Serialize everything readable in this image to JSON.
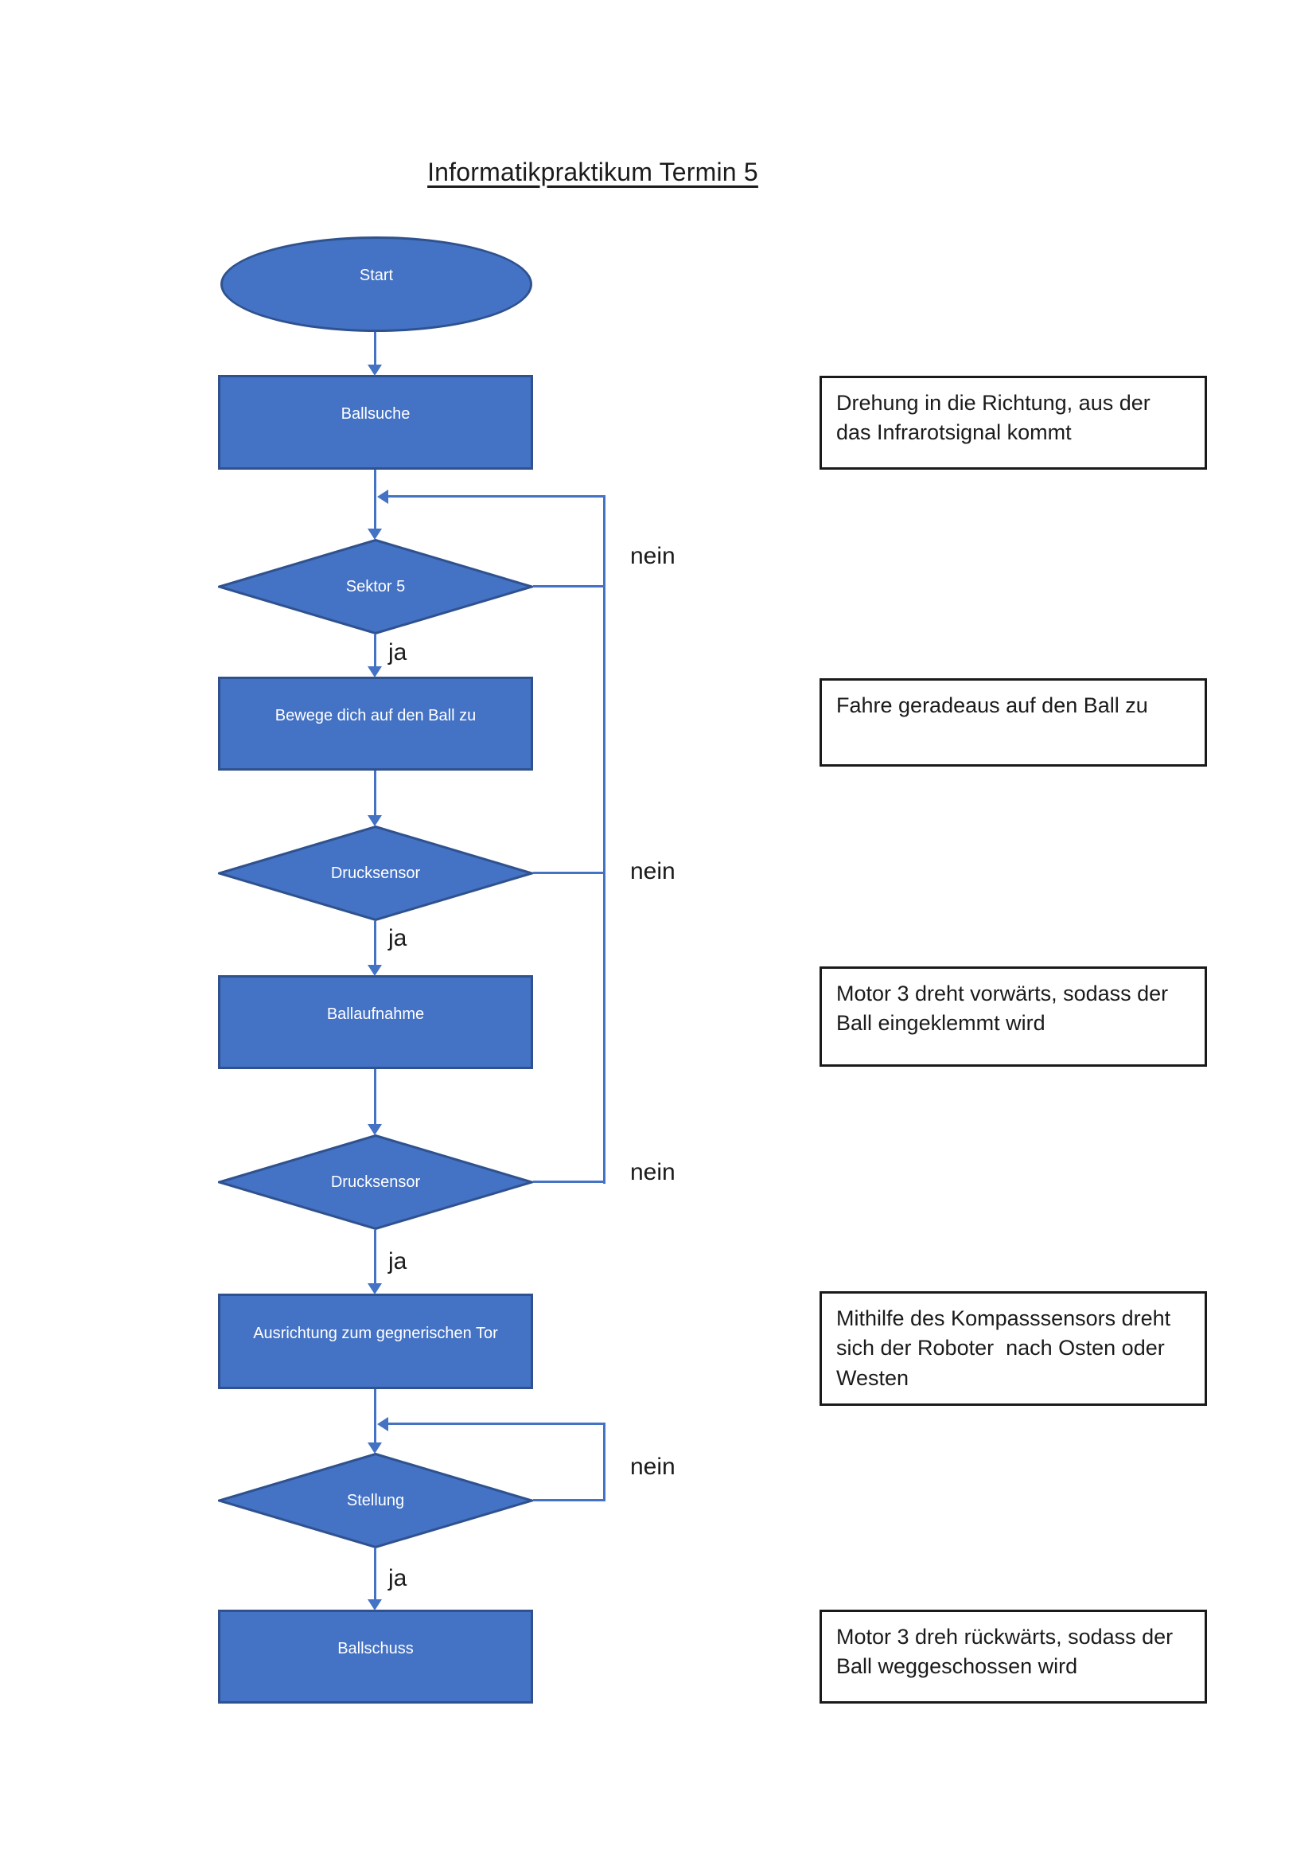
{
  "title": "Informatikpraktikum Termin 5",
  "colors": {
    "shape_fill": "#4472C4",
    "shape_border": "#2F528F",
    "connector": "#4472C4",
    "annotation_border": "#1A1A1A",
    "shape_text": "#FFFFFF",
    "label_text": "#1B1B1B"
  },
  "edge_labels": {
    "yes": "ja",
    "no": "nein"
  },
  "nodes": {
    "start": {
      "type": "terminator",
      "label": "Start"
    },
    "ballsuche": {
      "type": "process",
      "label": "Ballsuche"
    },
    "sektor5": {
      "type": "decision",
      "label": "Sektor 5"
    },
    "bewege": {
      "type": "process",
      "label": "Bewege dich auf den Ball zu"
    },
    "drucksensor1": {
      "type": "decision",
      "label": "Drucksensor"
    },
    "ballaufnahme": {
      "type": "process",
      "label": "Ballaufnahme"
    },
    "drucksensor2": {
      "type": "decision",
      "label": "Drucksensor"
    },
    "ausrichtung": {
      "type": "process",
      "label": "Ausrichtung zum gegnerischen Tor"
    },
    "stellung": {
      "type": "decision",
      "label": "Stellung"
    },
    "ballschuss": {
      "type": "process",
      "label": "Ballschuss"
    }
  },
  "edges": [
    {
      "from": "start",
      "to": "ballsuche"
    },
    {
      "from": "ballsuche",
      "to": "sektor5"
    },
    {
      "from": "sektor5",
      "to": "bewege",
      "label": "ja"
    },
    {
      "from": "sektor5",
      "to": "before-sektor5",
      "label": "nein"
    },
    {
      "from": "bewege",
      "to": "drucksensor1"
    },
    {
      "from": "drucksensor1",
      "to": "ballaufnahme",
      "label": "ja"
    },
    {
      "from": "drucksensor1",
      "to": "before-sektor5",
      "label": "nein"
    },
    {
      "from": "ballaufnahme",
      "to": "drucksensor2"
    },
    {
      "from": "drucksensor2",
      "to": "ausrichtung",
      "label": "ja"
    },
    {
      "from": "drucksensor2",
      "to": "before-sektor5",
      "label": "nein"
    },
    {
      "from": "ausrichtung",
      "to": "stellung"
    },
    {
      "from": "stellung",
      "to": "ballschuss",
      "label": "ja"
    },
    {
      "from": "stellung",
      "to": "before-stellung",
      "label": "nein"
    }
  ],
  "annotations": [
    {
      "for": "ballsuche",
      "text": "Drehung in die Richtung, aus der das Infrarotsignal kommt"
    },
    {
      "for": "bewege",
      "text": "Fahre geradeaus auf den Ball zu"
    },
    {
      "for": "ballaufnahme",
      "text": "Motor 3 dreht vorwärts, sodass der Ball eingeklemmt wird"
    },
    {
      "for": "ausrichtung",
      "text": "Mithilfe des Kompasssensors dreht sich der Roboter  nach Osten oder Westen"
    },
    {
      "for": "ballschuss",
      "text": "Motor 3 dreh rückwärts, sodass der Ball weggeschossen wird"
    }
  ]
}
